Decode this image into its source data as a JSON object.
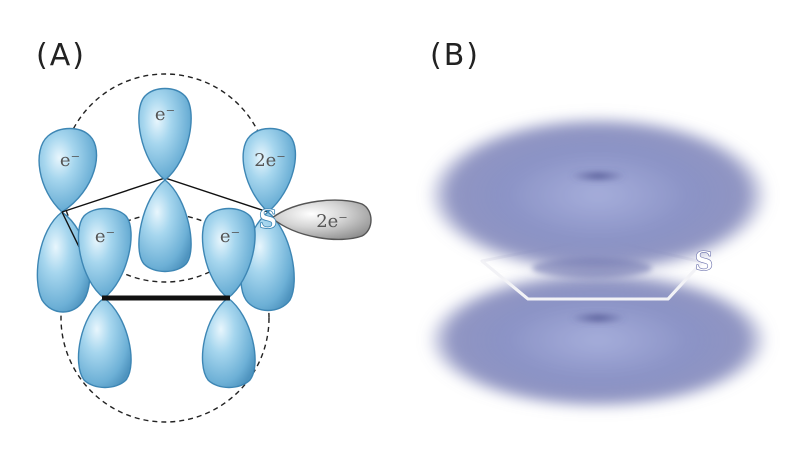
{
  "panel_a": {
    "label": "(A)",
    "orbital_labels": {
      "top": "e⁻",
      "upper_left": "e⁻",
      "upper_right": "2e⁻",
      "inner_left": "e⁻",
      "inner_right": "e⁻",
      "sulfur_lone_pair": "2e⁻"
    },
    "atom_label": "S",
    "colors": {
      "p_orbital": "#7ec0e0",
      "lone_pair": "#b9b9b9"
    }
  },
  "panel_b": {
    "label": "(B)",
    "atom_label": "S",
    "colors": {
      "pi_cloud": "#8088c0"
    }
  }
}
